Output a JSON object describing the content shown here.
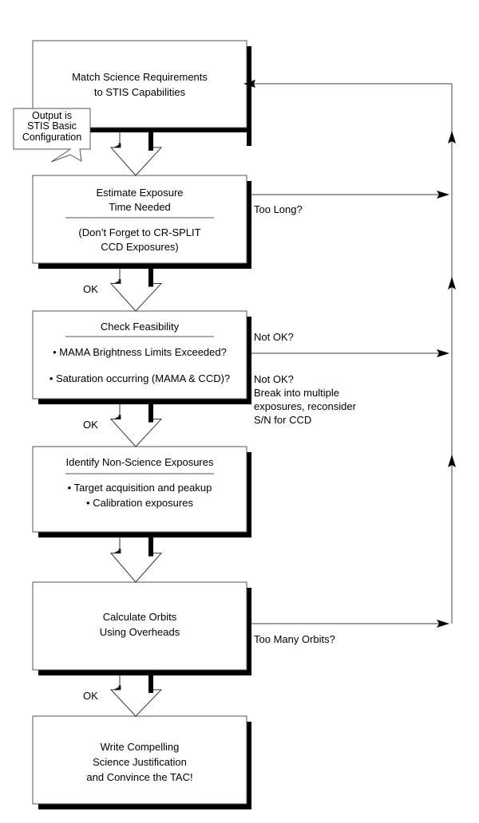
{
  "steps": [
    {
      "lines": [
        "Match Science Requirements",
        "to STIS Capabilities"
      ]
    },
    {
      "lines": [
        "Estimate Exposure",
        "Time Needed"
      ],
      "sub": [
        "(Don’t Forget to CR-SPLIT",
        "CCD Exposures)"
      ]
    },
    {
      "lines": [
        "Check Feasibility"
      ],
      "sub": [
        "• MAMA Brightness Limits Exceeded?",
        "• Saturation occurring (MAMA & CCD)?"
      ]
    },
    {
      "lines": [
        "Identify Non-Science Exposures"
      ],
      "sub": [
        "• Target acquisition and peakup",
        "• Calibration exposures"
      ]
    },
    {
      "lines": [
        "Calculate Orbits",
        "Using Overheads"
      ]
    },
    {
      "lines": [
        "Write Compelling",
        "Science Justification",
        "and Convince the TAC!"
      ]
    }
  ],
  "callout": [
    "Output is",
    "STIS Basic",
    "Configuration"
  ],
  "ok_labels": [
    "OK",
    "OK",
    "OK"
  ],
  "feedback": {
    "too_long": "Too Long?",
    "not_ok_1": "Not OK?",
    "not_ok_2": "Not OK?",
    "not_ok_2_note": [
      "Break into multiple",
      "exposures, reconsider",
      "S/N for CCD"
    ],
    "too_many_orbits": "Too Many Orbits?"
  }
}
